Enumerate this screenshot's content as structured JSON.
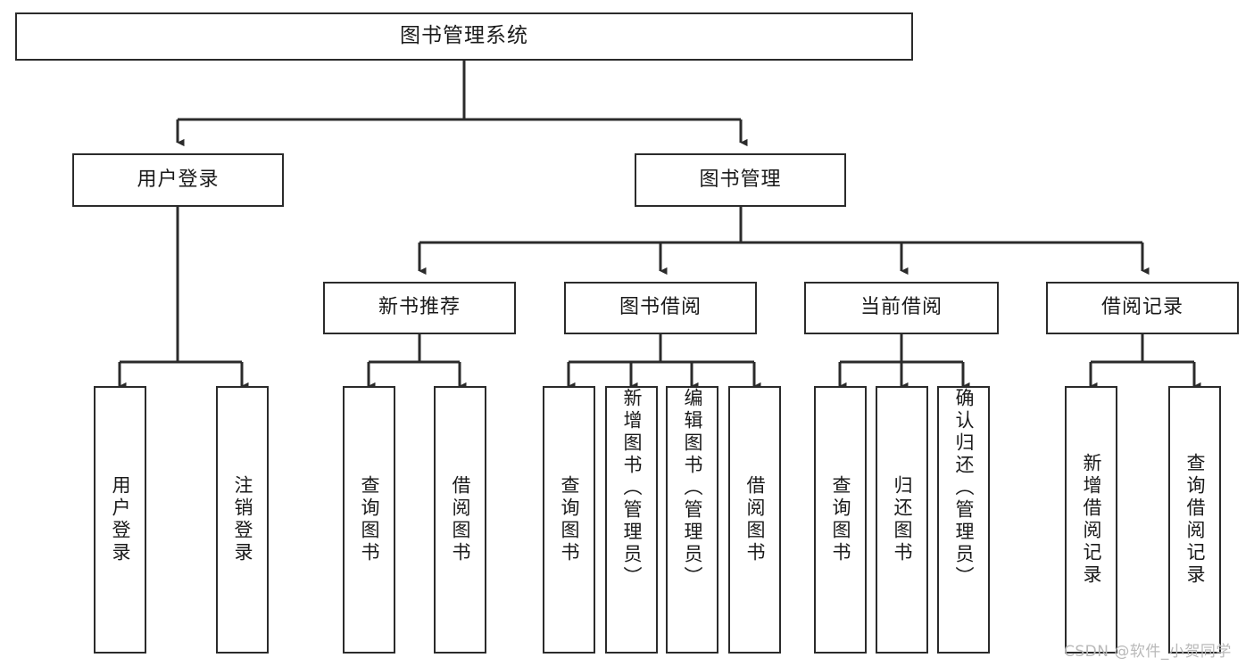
{
  "diagram": {
    "title": "图书管理系统",
    "type": "function-structure-tree",
    "colors": {
      "box_border": "#2b2b2b",
      "box_fill": "#ffffff",
      "edge": "#2b2b2b",
      "canvas": "#ffffff",
      "watermark": "#b9b9b9"
    },
    "levels": {
      "root": {
        "label": "图书管理系统"
      },
      "level2": [
        {
          "id": "user-login",
          "label": "用户登录"
        },
        {
          "id": "book-manage",
          "label": "图书管理"
        }
      ],
      "level3": [
        {
          "id": "new-book-recommend",
          "label": "新书推荐",
          "parent": "book-manage"
        },
        {
          "id": "book-borrow",
          "label": "图书借阅",
          "parent": "book-manage"
        },
        {
          "id": "current-borrow",
          "label": "当前借阅",
          "parent": "book-manage"
        },
        {
          "id": "borrow-record",
          "label": "借阅记录",
          "parent": "book-manage"
        }
      ],
      "leaves": [
        {
          "id": "leaf-user-login",
          "label": "用户登录",
          "parent": "user-login"
        },
        {
          "id": "leaf-user-logout",
          "label": "注销登录",
          "parent": "user-login"
        },
        {
          "id": "leaf-query-book-1",
          "label": "查询图书",
          "parent": "new-book-recommend"
        },
        {
          "id": "leaf-borrow-book-1",
          "label": "借阅图书",
          "parent": "new-book-recommend"
        },
        {
          "id": "leaf-query-book-2",
          "label": "查询图书",
          "parent": "book-borrow"
        },
        {
          "id": "leaf-add-book",
          "label": "新增图书（管理员）",
          "parent": "book-borrow"
        },
        {
          "id": "leaf-edit-book",
          "label": "编辑图书（管理员）",
          "parent": "book-borrow"
        },
        {
          "id": "leaf-borrow-book-2",
          "label": "借阅图书",
          "parent": "book-borrow"
        },
        {
          "id": "leaf-query-book-3",
          "label": "查询图书",
          "parent": "current-borrow"
        },
        {
          "id": "leaf-return-book",
          "label": "归还图书",
          "parent": "current-borrow"
        },
        {
          "id": "leaf-confirm-return",
          "label": "确认归还（管理员）",
          "parent": "current-borrow"
        },
        {
          "id": "leaf-add-record",
          "label": "新增借阅记录",
          "parent": "borrow-record"
        },
        {
          "id": "leaf-query-record",
          "label": "查询借阅记录",
          "parent": "borrow-record"
        }
      ]
    }
  },
  "watermark": {
    "text": "CSDN @软件_小贺同学"
  }
}
